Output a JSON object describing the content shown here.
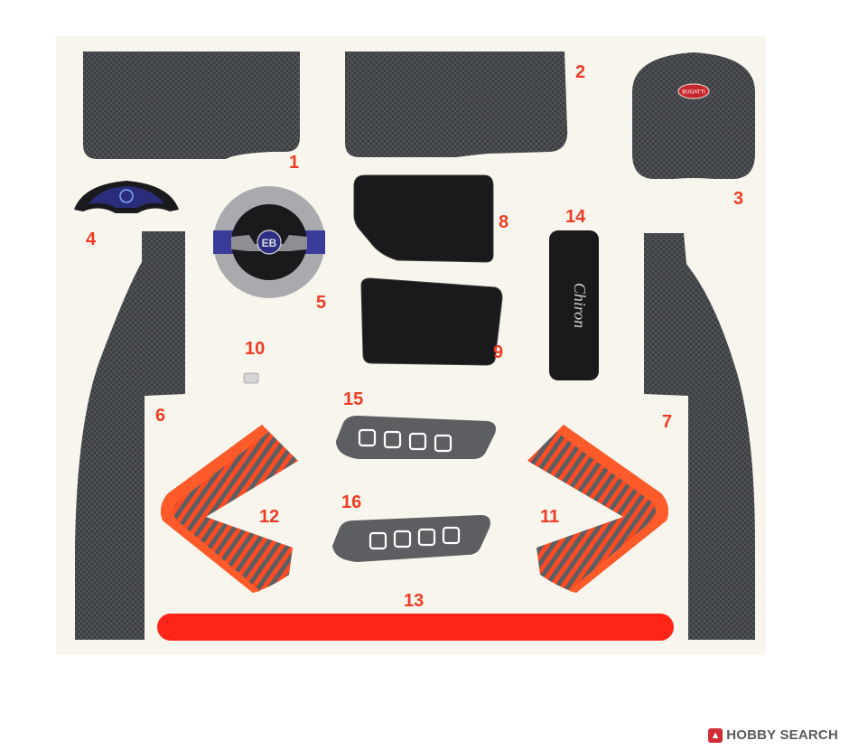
{
  "colors": {
    "background": "#ffffff",
    "sheet": "#f8f6ec",
    "carbon": "#3b3d41",
    "carbon_line": "#5a5d62",
    "black_part": "#1a1a1c",
    "number_red": "#ef3b24",
    "stripe_red": "#ff2418",
    "orange": "#ff5a2a",
    "gray_part": "#5d5e61",
    "wheel_gray": "#a9aaad",
    "wheel_blue": "#3a3c9a",
    "badge_red": "#c8262c",
    "watermark": "#5a5a5a",
    "watermark_mark": "#d22d36"
  },
  "decals": [
    {
      "id": "1",
      "label": "1"
    },
    {
      "id": "2",
      "label": "2"
    },
    {
      "id": "3",
      "label": "3"
    },
    {
      "id": "4",
      "label": "4"
    },
    {
      "id": "5",
      "label": "5"
    },
    {
      "id": "6",
      "label": "6"
    },
    {
      "id": "7",
      "label": "7"
    },
    {
      "id": "8",
      "label": "8"
    },
    {
      "id": "9",
      "label": "9"
    },
    {
      "id": "10",
      "label": "10"
    },
    {
      "id": "11",
      "label": "11"
    },
    {
      "id": "12",
      "label": "12"
    },
    {
      "id": "13",
      "label": "13"
    },
    {
      "id": "14",
      "label": "14"
    },
    {
      "id": "15",
      "label": "15"
    },
    {
      "id": "16",
      "label": "16"
    }
  ],
  "badge_text": "BUGATTI",
  "script_text": "Chiron",
  "wheel_logo": "EB",
  "watermark": {
    "icon": "hobby-search-logo-icon",
    "text": "HOBBY SEARCH"
  }
}
